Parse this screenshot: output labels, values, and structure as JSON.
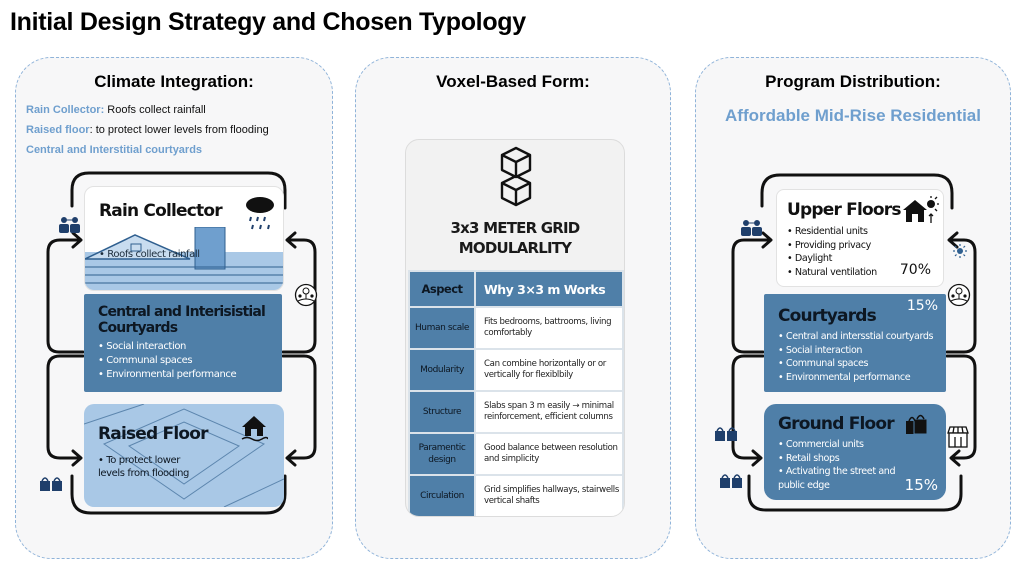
{
  "page": {
    "title": "Initial Design Strategy and Chosen Typology"
  },
  "panels": {
    "climate": {
      "title": "Climate Integration:",
      "legend": [
        {
          "key": "Rain Collector:",
          "value": " Roofs collect rainfall"
        },
        {
          "key": "Raised floor",
          "value": ": to protect lower levels from flooding"
        },
        {
          "key": "Central and Interstitial courtyards",
          "value": ""
        }
      ],
      "cards": {
        "rain_collector": {
          "title": "Rain Collector",
          "bullets": [
            "Roofs collect rainfall"
          ]
        },
        "courtyards": {
          "title_line1": "Central and Interisistial",
          "title_line2": "Courtyards",
          "bullets": [
            "Social interaction",
            "Communal spaces",
            "Environmental performance"
          ]
        },
        "raised_floor": {
          "title": "Raised Floor",
          "bullets": [
            "To protect lower levels from flooding"
          ]
        }
      },
      "icons": [
        "people-meeting-icon",
        "cloud-rain-icon",
        "community-tree-icon",
        "house-flood-icon",
        "shopping-bags-icon"
      ]
    },
    "voxel": {
      "title": "Voxel-Based Form:",
      "heading_line1": "3x3 METER GRID",
      "heading_line2": "MODULARLITY",
      "table": {
        "headers": [
          "Aspect",
          "Why 3×3 m Works"
        ],
        "rows": [
          {
            "aspect": "Human scale",
            "why": "Fits bedrooms, battrooms, living comfortably"
          },
          {
            "aspect": "Modularity",
            "why": "Can combine horizontally or or vertically for flexiblbily"
          },
          {
            "aspect": "Structure",
            "why": "Slabs span 3 m easily → minimal reinforcement, efficient columns"
          },
          {
            "aspect": "Paramentic design",
            "why": "Good balance between resolution and simplicity"
          },
          {
            "aspect": "Circulation",
            "why": "Grid simplifies hallways, stairwells vertical shafts"
          }
        ]
      }
    },
    "program": {
      "title": "Program Distribution:",
      "subtitle": "Affordable Mid-Rise Residential",
      "cards": {
        "upper": {
          "title": "Upper Floors",
          "bullets": [
            "Residential units",
            "Providing privacy",
            "Daylight",
            "Natural ventilation"
          ],
          "percent": "70%"
        },
        "courtyards": {
          "title": "Courtyards",
          "bullets": [
            "Central and intersstial courtyards",
            "Social interaction",
            "Communal spaces",
            "Environmental performance"
          ],
          "percent": "15%"
        },
        "ground": {
          "title": "Ground Floor",
          "bullets": [
            "Commercial units",
            "Retail shops",
            "Activating the street and public edge"
          ],
          "percent": "15%"
        }
      }
    }
  },
  "colors": {
    "accent_blue": "#6f9fce",
    "card_blue": "#4f7fa8",
    "light_blue": "#a9c8e6",
    "border_dash": "#8fb3d9",
    "icon_navy": "#1f3f6b"
  }
}
